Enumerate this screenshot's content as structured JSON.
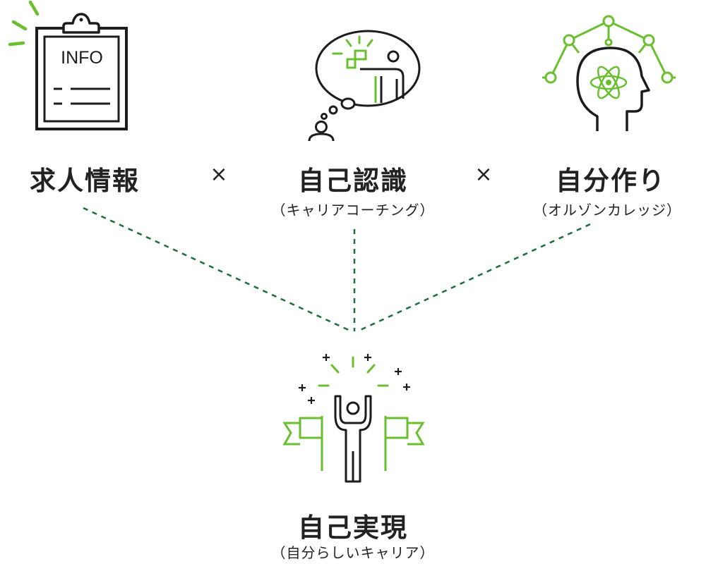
{
  "colors": {
    "accent_green": "#6abf2e",
    "dashed_line": "#1e6e3c",
    "stroke_dark": "#1c1c1c",
    "background": "#ffffff"
  },
  "top_items": [
    {
      "title": "求人情報",
      "subtitle": "",
      "icon": "clipboard-info-icon",
      "icon_text": "INFO"
    },
    {
      "title": "自己認識",
      "subtitle": "（キャリアコーチング）",
      "icon": "thought-bubble-presenter-icon"
    },
    {
      "title": "自分作り",
      "subtitle": "（オルゾンカレッジ）",
      "icon": "brain-network-head-icon"
    }
  ],
  "operators": [
    "×",
    "×"
  ],
  "result": {
    "title": "自己実現",
    "subtitle": "（自分らしいキャリア）",
    "icon": "celebrating-person-flags-icon"
  }
}
